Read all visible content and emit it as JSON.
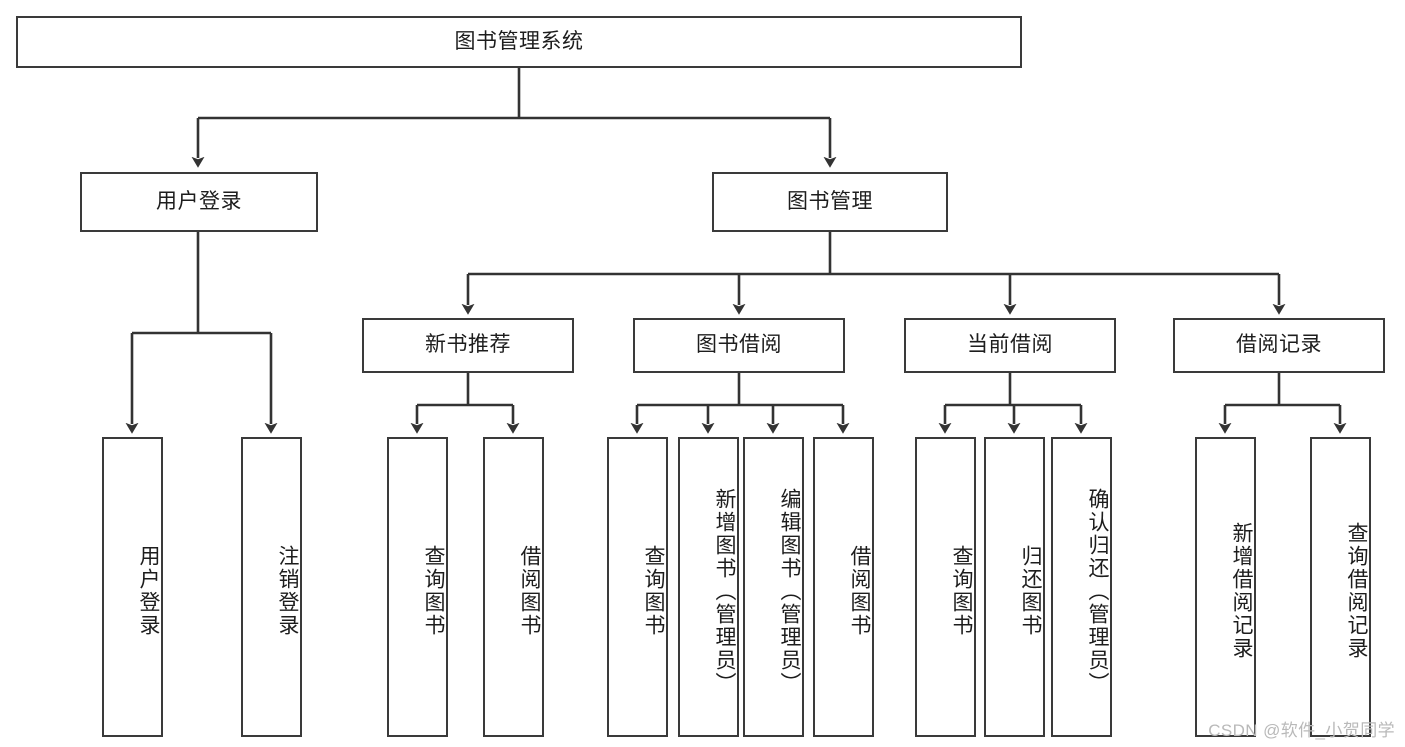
{
  "diagram": {
    "title": "图书管理系统",
    "type": "tree-hierarchy-chart",
    "watermark": "CSDN @软件_小贺同学",
    "colors": {
      "box_border": "#3a3a3a",
      "box_fill": "#ffffff",
      "connector": "#333333",
      "text": "#1d1d1d",
      "watermark": "#b9b9b9",
      "background": "#ffffff"
    },
    "nodes": {
      "root": {
        "label": "图书管理系统"
      },
      "level2": [
        {
          "id": "user-login",
          "label": "用户登录"
        },
        {
          "id": "book-manage",
          "label": "图书管理"
        }
      ],
      "level3": [
        {
          "id": "new-book-rec",
          "label": "新书推荐"
        },
        {
          "id": "book-borrow",
          "label": "图书借阅"
        },
        {
          "id": "current-borrow",
          "label": "当前借阅"
        },
        {
          "id": "borrow-record",
          "label": "借阅记录"
        }
      ],
      "leaves": [
        {
          "id": "leaf-user-login",
          "label": "用户登录"
        },
        {
          "id": "leaf-logout",
          "label": "注销登录"
        },
        {
          "id": "leaf-query-book-1",
          "label": "查询图书"
        },
        {
          "id": "leaf-borrow-book-1",
          "label": "借阅图书"
        },
        {
          "id": "leaf-query-book-2",
          "label": "查询图书"
        },
        {
          "id": "leaf-add-book",
          "label": "新增图书（管理员）"
        },
        {
          "id": "leaf-edit-book",
          "label": "编辑图书（管理员）"
        },
        {
          "id": "leaf-borrow-book-2",
          "label": "借阅图书"
        },
        {
          "id": "leaf-query-book-3",
          "label": "查询图书"
        },
        {
          "id": "leaf-return-book",
          "label": "归还图书"
        },
        {
          "id": "leaf-confirm-return",
          "label": "确认归还（管理员）"
        },
        {
          "id": "leaf-add-record",
          "label": "新增借阅记录"
        },
        {
          "id": "leaf-query-record",
          "label": "查询借阅记录"
        }
      ]
    }
  }
}
